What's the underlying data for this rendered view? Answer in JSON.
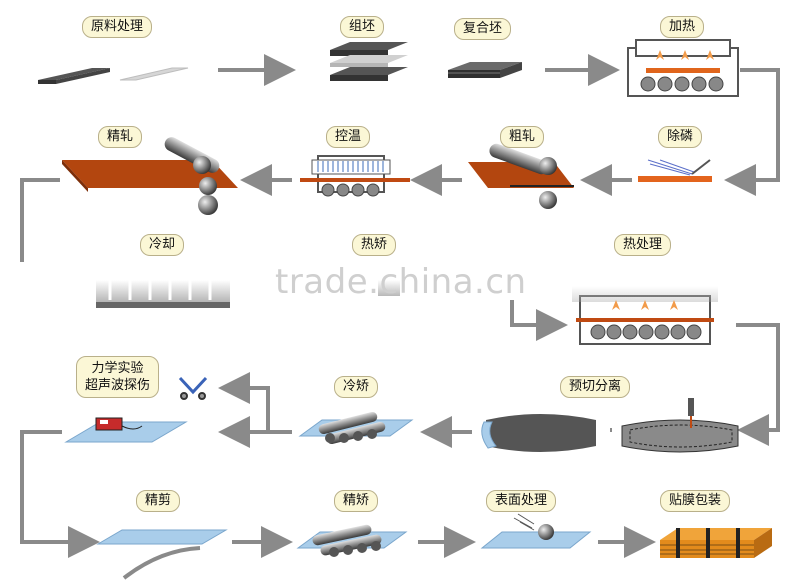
{
  "steps": {
    "raw_processing": "原料处理",
    "assembly": "组坯",
    "composite_slab": "复合坯",
    "heating": "加热",
    "finish_rolling": "精轧",
    "temp_control": "控温",
    "rough_rolling": "粗轧",
    "descaling": "除磷",
    "cooling": "冷却",
    "hot_straightening": "热矫",
    "heat_treatment": "热处理",
    "testing_line1": "力学实验",
    "testing_line2": "超声波探伤",
    "cold_straightening": "冷矫",
    "pre_cutting": "预切分离",
    "fine_shearing": "精剪",
    "fine_straightening": "精矫",
    "surface_treatment": "表面处理",
    "film_packaging": "贴膜包装"
  },
  "watermark": "trade.china.cn",
  "colors": {
    "arrow": "#8a8a8a",
    "steel_orange": "#c04a12",
    "plate_blue": "#a9cdea",
    "label_bg": "#fbf7d6"
  }
}
